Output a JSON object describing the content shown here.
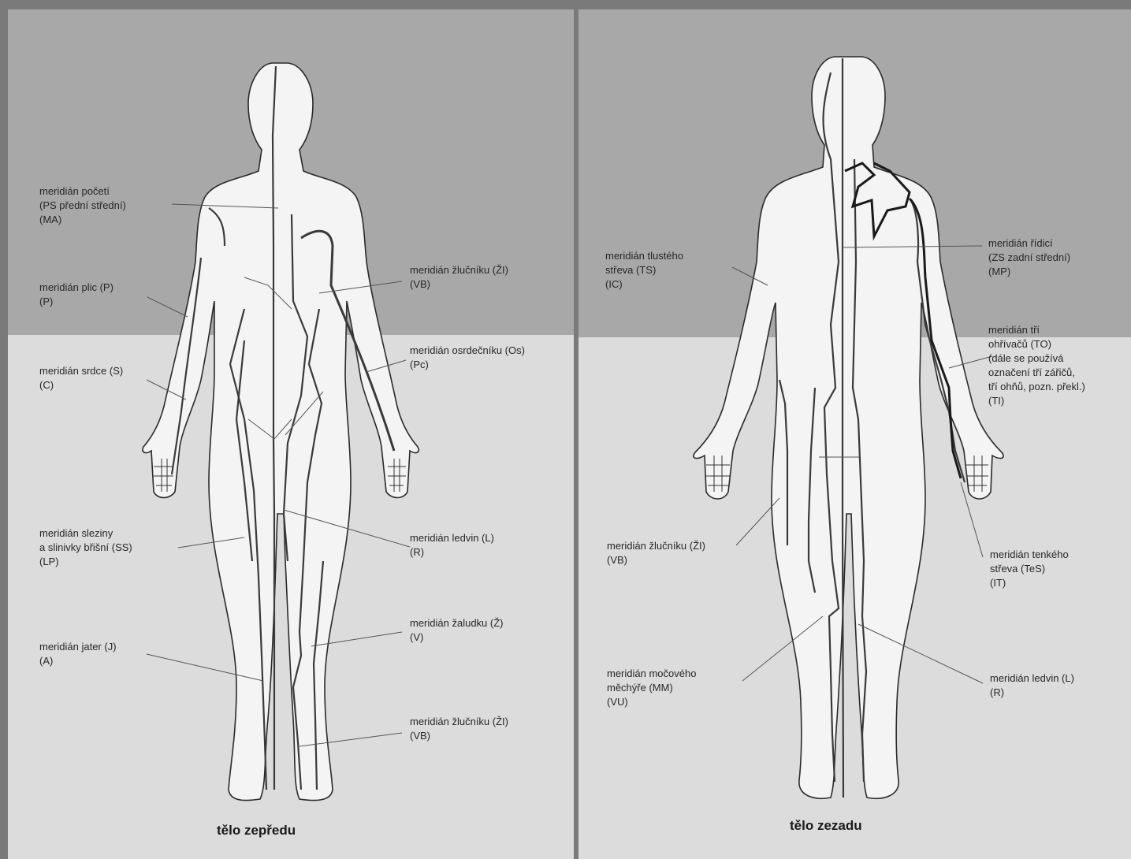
{
  "front": {
    "caption": "tělo zepředu",
    "labels": {
      "pocetí": [
        "meridián početí",
        "(PS  přední střední)",
        "(MA)"
      ],
      "plic": [
        "meridián plic (P)",
        "(P)"
      ],
      "srdce": [
        "meridián srdce (S)",
        "(C)"
      ],
      "sleziny": [
        "meridián sleziny",
        "a slinivky břišní (SS)",
        "(LP)"
      ],
      "jater": [
        "meridián jater (J)",
        "(A)"
      ],
      "zlucniku_top": [
        "meridián žlučníku (ŽI)",
        "(VB)"
      ],
      "osrdecniku": [
        "meridián osrdečníku (Os)",
        "(Pc)"
      ],
      "ledvin": [
        "meridián ledvin (L)",
        "(R)"
      ],
      "zaludku": [
        "meridián žaludku (Ž)",
        "(V)"
      ],
      "zlucniku_bottom": [
        "meridián žlučníku (ŽI)",
        "(VB)"
      ]
    }
  },
  "back": {
    "caption": "tělo zezadu",
    "labels": {
      "tlusteho": [
        "meridián tlustého",
        "střeva (TS)",
        "(IC)"
      ],
      "zlucniku": [
        "meridián žlučníku (ŽI)",
        "(VB)"
      ],
      "mocoveho": [
        "meridián močového",
        "měchýře (MM)",
        "(VU)"
      ],
      "ridici": [
        "meridián řídicí",
        "(ZS  zadní střední)",
        "(MP)"
      ],
      "trí": [
        "meridián tří",
        "ohřívačů (TO)",
        "(dále se používá",
        "označení tří zářičů,",
        "tří ohňů, pozn. překl.)",
        "(TI)"
      ],
      "tenkeho": [
        "meridián tenkého",
        "střeva (TeS)",
        "(IT)"
      ],
      "ledvin": [
        "meridián ledvin (L)",
        "(R)"
      ]
    }
  },
  "colors": {
    "dark_bg": "#a8a8a8",
    "light_bg": "#dcdcdc",
    "body": "#f4f4f4",
    "line": "#3a3a3a"
  }
}
